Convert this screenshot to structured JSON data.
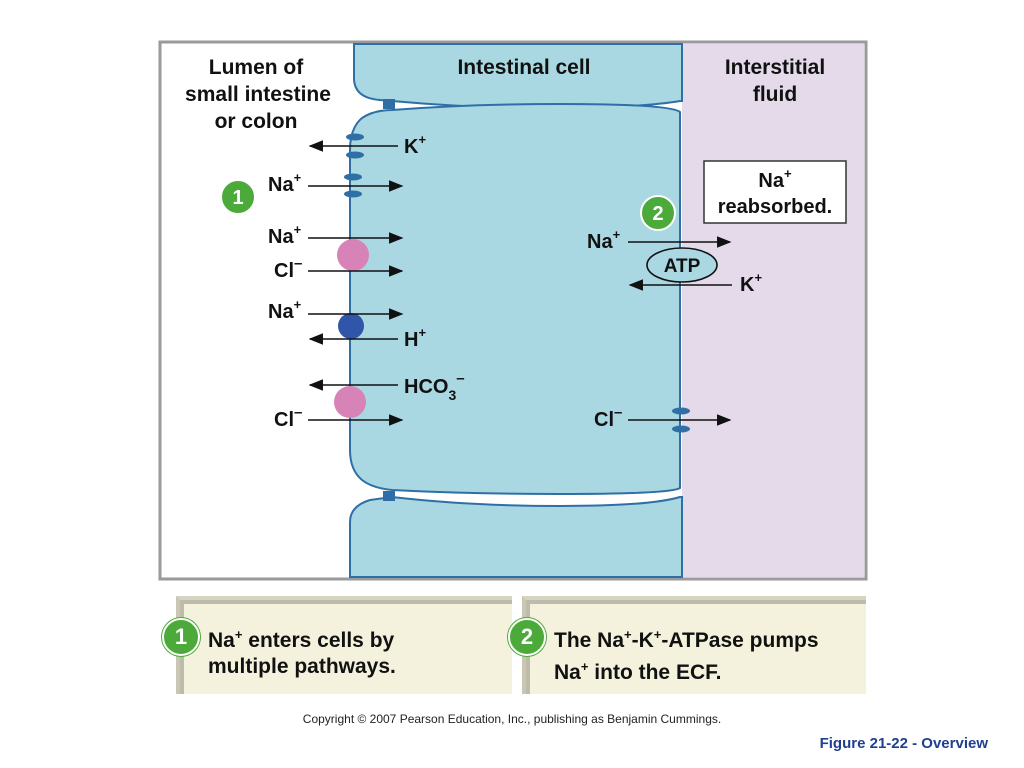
{
  "regions": {
    "lumen": [
      "Lumen of",
      "small intestine",
      "or colon"
    ],
    "cell": "Intestinal cell",
    "interstitial": [
      "Interstitial",
      "fluid"
    ]
  },
  "apical_labels": {
    "k_out": "K",
    "na_channel": "Na",
    "na_cotransport": "Na",
    "cl_cotransport": "Cl",
    "na_antiport": "Na",
    "h_antiport": "H",
    "hco3": "HCO",
    "hco3_sub": "3",
    "cl_exchange": "Cl"
  },
  "basolateral_labels": {
    "na_pump": "Na",
    "atp": "ATP",
    "k_pump": "K",
    "cl_out": "Cl"
  },
  "charges": {
    "plus": "+",
    "minus": "–"
  },
  "badges": {
    "one": "1",
    "two": "2"
  },
  "reabsorbed_box": {
    "ion": "Na",
    "text": "reabsorbed."
  },
  "captions": [
    {
      "number": "1",
      "line1_a": "Na",
      "line1_b": " enters cells by",
      "line2": "multiple pathways."
    },
    {
      "number": "2",
      "line1_a": "The Na",
      "line1_b": "-K",
      "line1_c": "-ATPase pumps",
      "line2_a": "Na",
      "line2_b": " into the ECF."
    }
  ],
  "copyright": "Copyright © 2007 Pearson Education, Inc., publishing as Benjamin Cummings.",
  "figure_label": "Figure 21-22 - Overview",
  "colors": {
    "cell_fill": "#a9d8e2",
    "cell_stroke": "#2f6fa6",
    "interstitial_fill": "#e4daea",
    "badge_green": "#4caa3a",
    "pink_transporter": "#d783b8",
    "blue_transporter": "#2f56a8",
    "figure_label": "#1f3f8f"
  }
}
